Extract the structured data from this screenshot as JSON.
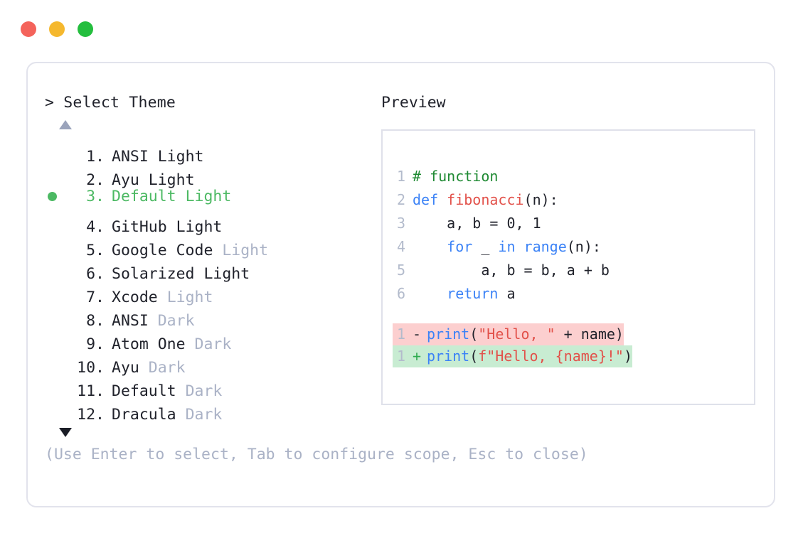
{
  "window": {
    "traffic_lights": [
      {
        "name": "close",
        "color": "#f4635b"
      },
      {
        "name": "minimize",
        "color": "#f5b82e"
      },
      {
        "name": "maximize",
        "color": "#24be3e"
      }
    ]
  },
  "selector": {
    "prompt": "> Select Theme",
    "scroll_up_icon": "triangle-up-icon",
    "scroll_down_icon": "triangle-down-icon",
    "selected_index": 3,
    "selected_color": "#4cb963",
    "items": [
      {
        "index": "1.",
        "name": "ANSI",
        "suffix": "Light",
        "suffix_muted": false,
        "selected": false
      },
      {
        "index": "2.",
        "name": "Ayu",
        "suffix": "Light",
        "suffix_muted": false,
        "selected": false
      },
      {
        "index": "3.",
        "name": "Default",
        "suffix": "Light",
        "suffix_muted": false,
        "selected": true
      },
      {
        "index": "4.",
        "name": "GitHub",
        "suffix": "Light",
        "suffix_muted": false,
        "selected": false
      },
      {
        "index": "5.",
        "name": "Google Code",
        "suffix": "Light",
        "suffix_muted": true,
        "selected": false
      },
      {
        "index": "6.",
        "name": "Solarized",
        "suffix": "Light",
        "suffix_muted": false,
        "selected": false
      },
      {
        "index": "7.",
        "name": "Xcode",
        "suffix": "Light",
        "suffix_muted": true,
        "selected": false
      },
      {
        "index": "8.",
        "name": "ANSI",
        "suffix": "Dark",
        "suffix_muted": true,
        "selected": false
      },
      {
        "index": "9.",
        "name": "Atom One",
        "suffix": "Dark",
        "suffix_muted": true,
        "selected": false
      },
      {
        "index": "10.",
        "name": "Ayu",
        "suffix": "Dark",
        "suffix_muted": true,
        "selected": false
      },
      {
        "index": "11.",
        "name": "Default",
        "suffix": "Dark",
        "suffix_muted": true,
        "selected": false
      },
      {
        "index": "12.",
        "name": "Dracula",
        "suffix": "Dark",
        "suffix_muted": true,
        "selected": false
      }
    ],
    "hint": "(Use Enter to select, Tab to configure scope, Esc to close)"
  },
  "preview": {
    "label": "Preview",
    "code_lines": [
      {
        "no": "1",
        "tokens": [
          {
            "t": "# function",
            "c": "comment"
          }
        ]
      },
      {
        "no": "2",
        "tokens": [
          {
            "t": "def ",
            "c": "kw"
          },
          {
            "t": "fibonacci",
            "c": "fn"
          },
          {
            "t": "(n):",
            "c": "plain"
          }
        ]
      },
      {
        "no": "3",
        "tokens": [
          {
            "t": "    a, b = 0, 1",
            "c": "plain"
          }
        ]
      },
      {
        "no": "4",
        "tokens": [
          {
            "t": "    ",
            "c": "plain"
          },
          {
            "t": "for",
            "c": "kw"
          },
          {
            "t": " _ ",
            "c": "plain"
          },
          {
            "t": "in range",
            "c": "kw"
          },
          {
            "t": "(n):",
            "c": "plain"
          }
        ]
      },
      {
        "no": "5",
        "tokens": [
          {
            "t": "        a, b = b, a + b",
            "c": "plain"
          }
        ]
      },
      {
        "no": "6",
        "tokens": [
          {
            "t": "    ",
            "c": "plain"
          },
          {
            "t": "return",
            "c": "kw"
          },
          {
            "t": " a",
            "c": "plain"
          }
        ]
      }
    ],
    "diff_lines": [
      {
        "no": "1",
        "marker": "-",
        "kind": "removed",
        "tokens": [
          {
            "t": "print",
            "c": "kw"
          },
          {
            "t": "(",
            "c": "plain"
          },
          {
            "t": "\"Hello, \"",
            "c": "str"
          },
          {
            "t": " + name)",
            "c": "plain"
          }
        ]
      },
      {
        "no": "1",
        "marker": "+",
        "kind": "added",
        "tokens": [
          {
            "t": "print",
            "c": "kw"
          },
          {
            "t": "(",
            "c": "plain"
          },
          {
            "t": "f\"Hello, {name}!\"",
            "c": "str"
          },
          {
            "t": ")",
            "c": "plain"
          }
        ]
      }
    ]
  }
}
